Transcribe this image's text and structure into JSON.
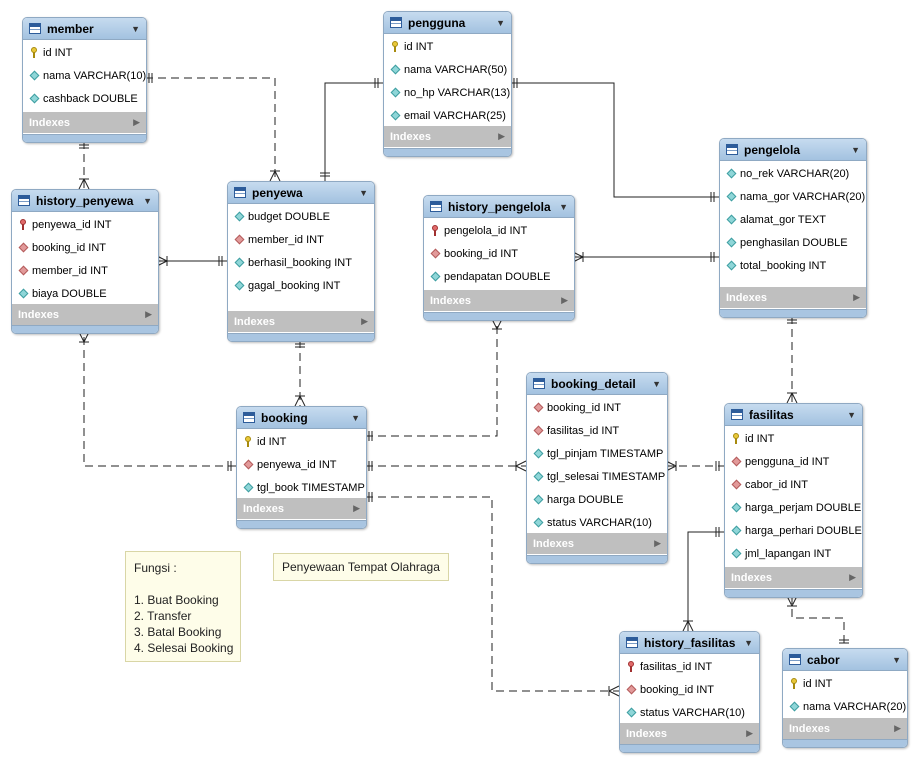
{
  "tables": [
    {
      "key": "member",
      "name": "member",
      "columns": [
        {
          "icon": "pk",
          "label": "id INT"
        },
        {
          "icon": "col",
          "label": "nama VARCHAR(10)"
        },
        {
          "icon": "col",
          "label": "cashback DOUBLE"
        }
      ],
      "indexes": "Indexes"
    },
    {
      "key": "pengguna",
      "name": "pengguna",
      "columns": [
        {
          "icon": "pk",
          "label": "id INT"
        },
        {
          "icon": "col",
          "label": "nama VARCHAR(50)"
        },
        {
          "icon": "col",
          "label": "no_hp VARCHAR(13)"
        },
        {
          "icon": "col",
          "label": "email VARCHAR(25)"
        }
      ],
      "indexes": "Indexes"
    },
    {
      "key": "pengelola",
      "name": "pengelola",
      "columns": [
        {
          "icon": "col",
          "label": "no_rek VARCHAR(20)"
        },
        {
          "icon": "col",
          "label": "nama_gor VARCHAR(20)"
        },
        {
          "icon": "col",
          "label": "alamat_gor TEXT"
        },
        {
          "icon": "col",
          "label": "penghasilan DOUBLE"
        },
        {
          "icon": "col",
          "label": "total_booking INT"
        }
      ],
      "indexes": "Indexes"
    },
    {
      "key": "history_penyewa",
      "name": "history_penyewa",
      "columns": [
        {
          "icon": "fk",
          "label": "penyewa_id INT"
        },
        {
          "icon": "dfk",
          "label": "booking_id INT"
        },
        {
          "icon": "dfk",
          "label": "member_id INT"
        },
        {
          "icon": "col",
          "label": "biaya DOUBLE"
        }
      ],
      "indexes": "Indexes"
    },
    {
      "key": "penyewa",
      "name": "penyewa",
      "columns": [
        {
          "icon": "col",
          "label": "budget DOUBLE"
        },
        {
          "icon": "dfk",
          "label": "member_id INT"
        },
        {
          "icon": "col",
          "label": "berhasil_booking INT"
        },
        {
          "icon": "col",
          "label": "gagal_booking INT"
        }
      ],
      "indexes": "Indexes"
    },
    {
      "key": "history_pengelola",
      "name": "history_pengelola",
      "columns": [
        {
          "icon": "fk",
          "label": "pengelola_id INT"
        },
        {
          "icon": "dfk",
          "label": "booking_id INT"
        },
        {
          "icon": "col",
          "label": "pendapatan DOUBLE"
        }
      ],
      "indexes": "Indexes"
    },
    {
      "key": "booking_detail",
      "name": "booking_detail",
      "columns": [
        {
          "icon": "dfk",
          "label": "booking_id INT"
        },
        {
          "icon": "dfk",
          "label": "fasilitas_id INT"
        },
        {
          "icon": "col",
          "label": "tgl_pinjam TIMESTAMP"
        },
        {
          "icon": "col",
          "label": "tgl_selesai TIMESTAMP"
        },
        {
          "icon": "col",
          "label": "harga DOUBLE"
        },
        {
          "icon": "col",
          "label": "status VARCHAR(10)"
        }
      ],
      "indexes": "Indexes"
    },
    {
      "key": "booking",
      "name": "booking",
      "columns": [
        {
          "icon": "pk",
          "label": "id INT"
        },
        {
          "icon": "dfk",
          "label": "penyewa_id INT"
        },
        {
          "icon": "col",
          "label": "tgl_book TIMESTAMP"
        }
      ],
      "indexes": "Indexes"
    },
    {
      "key": "fasilitas",
      "name": "fasilitas",
      "columns": [
        {
          "icon": "pk",
          "label": "id INT"
        },
        {
          "icon": "dfk",
          "label": "pengguna_id INT"
        },
        {
          "icon": "dfk",
          "label": "cabor_id INT"
        },
        {
          "icon": "col",
          "label": "harga_perjam DOUBLE"
        },
        {
          "icon": "col",
          "label": "harga_perhari DOUBLE"
        },
        {
          "icon": "col",
          "label": "jml_lapangan INT"
        }
      ],
      "indexes": "Indexes"
    },
    {
      "key": "history_fasilitas",
      "name": "history_fasilitas",
      "columns": [
        {
          "icon": "fk",
          "label": "fasilitas_id INT"
        },
        {
          "icon": "dfk",
          "label": "booking_id INT"
        },
        {
          "icon": "col",
          "label": "status VARCHAR(10)"
        }
      ],
      "indexes": "Indexes"
    },
    {
      "key": "cabor",
      "name": "cabor",
      "columns": [
        {
          "icon": "pk",
          "label": "id INT"
        },
        {
          "icon": "col",
          "label": "nama VARCHAR(20)"
        }
      ],
      "indexes": "Indexes"
    }
  ],
  "notes": {
    "fungsi": {
      "lines": [
        "Fungsi :",
        "",
        "1. Buat Booking",
        "2. Transfer",
        "3. Batal Booking",
        "4. Selesai Booking"
      ]
    },
    "title": {
      "lines": [
        "Penyewaan Tempat Olahraga"
      ]
    }
  }
}
